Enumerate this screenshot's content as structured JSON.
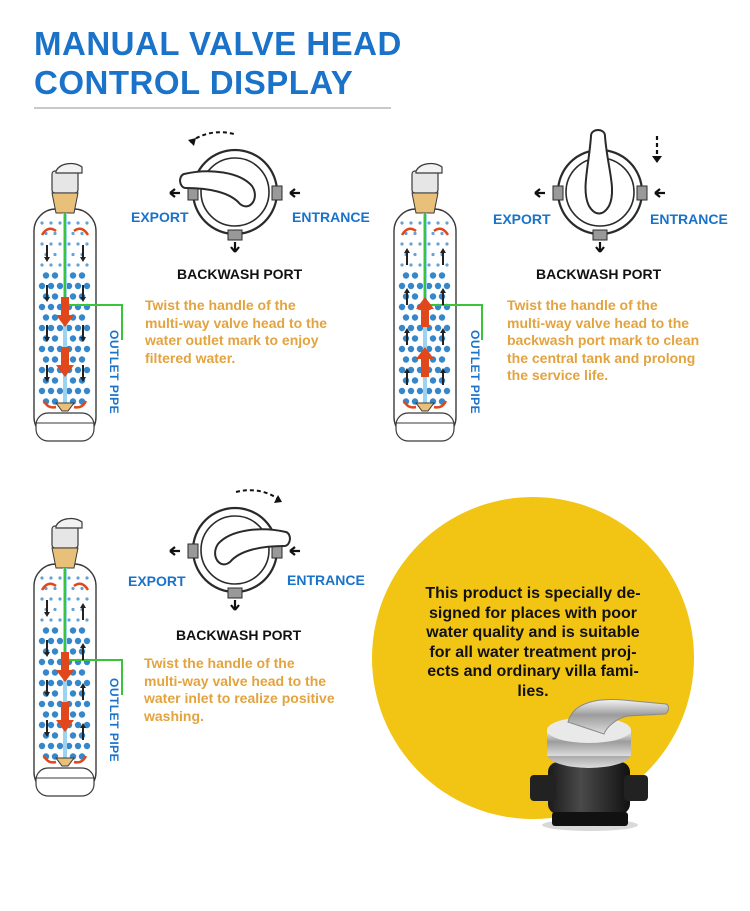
{
  "title": {
    "line1": "MANUAL VALVE HEAD",
    "line2": "CONTROL DISPLAY"
  },
  "panels": [
    {
      "export_label": "EXPORT",
      "entrance_label": "ENTRANCE",
      "backwash_label": "BACKWASH PORT",
      "outlet_label": "OUTLET PIPE",
      "description": "Twist the handle of the\nmulti-way valve head to the\nwater outlet mark to enjoy\nfiltered water.",
      "handle_points_to": "export"
    },
    {
      "export_label": "EXPORT",
      "entrance_label": "ENTRANCE",
      "backwash_label": "BACKWASH PORT",
      "outlet_label": "OUTLET PIPE",
      "description": "Twist the handle of the\nmulti-way valve head to the\nbackwash port mark to clean\nthe central tank and prolong\nthe service life.",
      "handle_points_to": "up"
    },
    {
      "export_label": "EXPORT",
      "entrance_label": "ENTRANCE",
      "backwash_label": "BACKWASH PORT",
      "outlet_label": "OUTLET PIPE",
      "description": "Twist the handle of the\nmulti-way valve head to the\nwater inlet to realize positive\nwashing.",
      "handle_points_to": "entrance"
    }
  ],
  "product_note": "This product is specially de-\nsigned for places with poor\nwater quality and is suitable\nfor all water treatment proj-\nects and ordinary villa fami-\nlies.",
  "colors": {
    "title_blue": "#1a73c9",
    "label_blue": "#1a73c9",
    "description_orange": "#e3a33e",
    "flow_red": "#e0481c",
    "pipe_green": "#39c43a",
    "dot_blue": "#1f7ac4",
    "circle_yellow": "#f2c413"
  }
}
